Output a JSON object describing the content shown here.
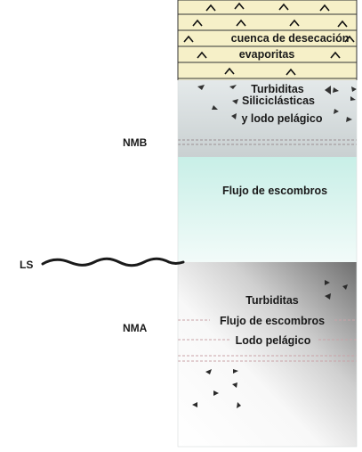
{
  "evaporite_unit": {
    "label_1": "cuenca de desecación",
    "label_2": "evaporitas",
    "color": "#f6f0c8"
  },
  "upper_unit": {
    "line_1": "Turbiditas",
    "line_2": "Siliciclásticas",
    "line_3": "y lodo pelágico",
    "color": "#d9dfe0"
  },
  "debris_unit": {
    "label": "Flujo de escombros",
    "color": "#d8f4ee"
  },
  "lower_unit": {
    "line_1": "Turbiditas",
    "line_2": "Flujo de escombros",
    "line_3": "Lodo pelágico",
    "color_top": "#ffffff",
    "color_bottom": "#3c3c3c"
  },
  "side_labels": {
    "nmb": "NMB",
    "ls": "LS",
    "nma": "NMA"
  },
  "dashed_line_color": "#c9a3a8"
}
